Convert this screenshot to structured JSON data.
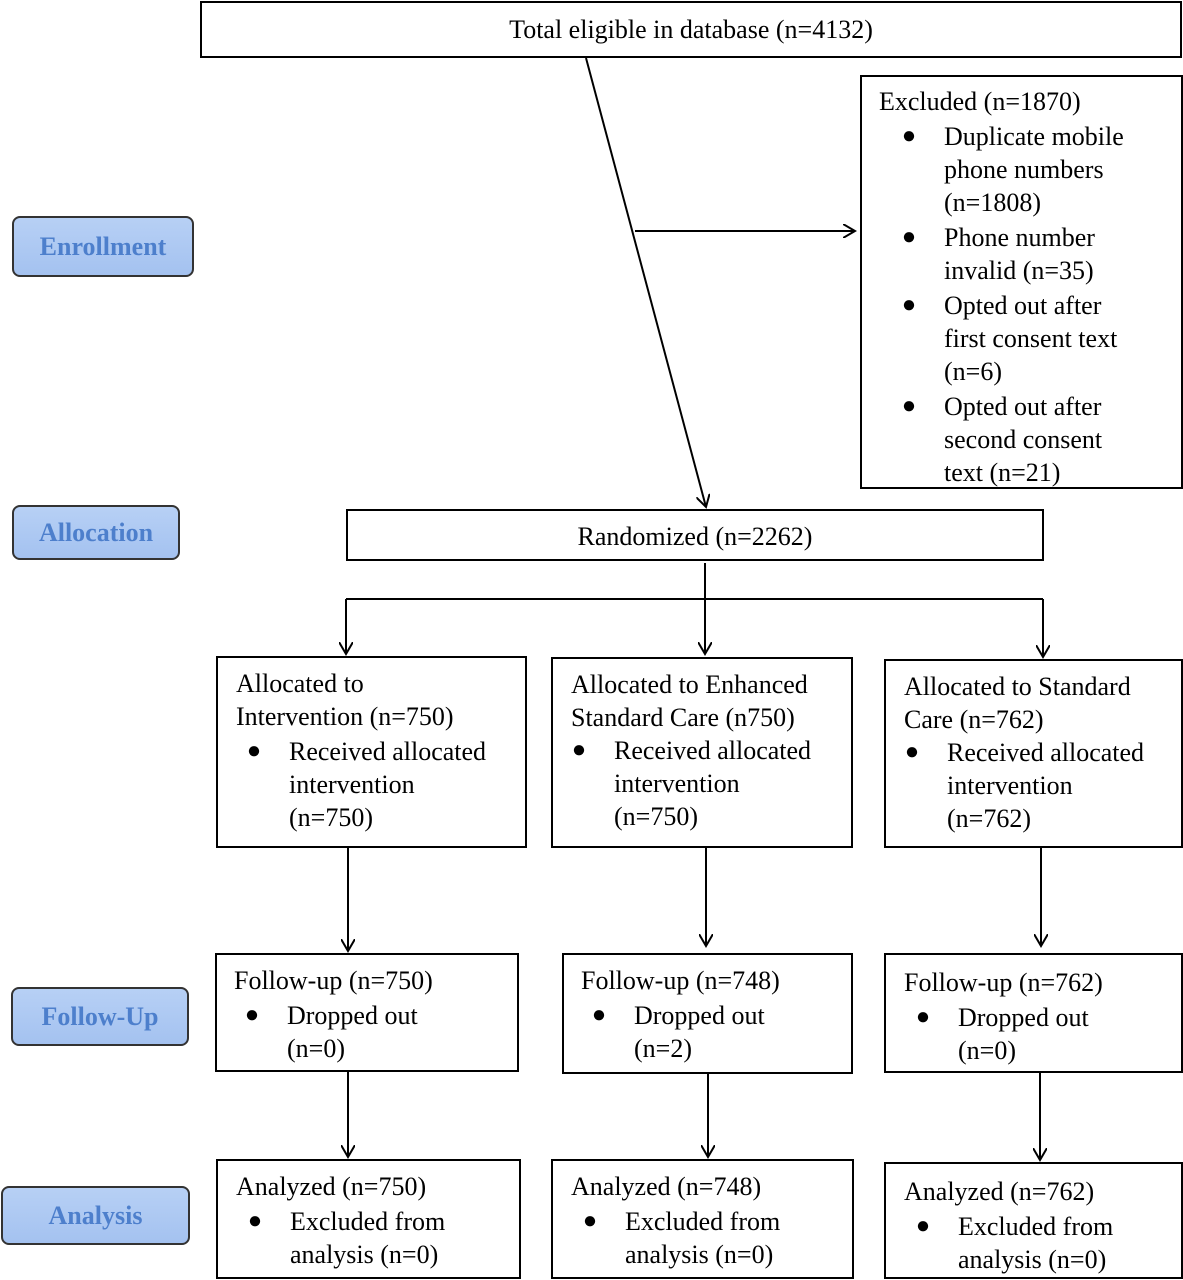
{
  "stages": {
    "enrollment": "Enrollment",
    "allocation": "Allocation",
    "followup": "Follow-Up",
    "analysis": "Analysis"
  },
  "total": "Total eligible in database (n=4132)",
  "excluded": {
    "title": "Excluded (n=1870)",
    "items": [
      [
        "Duplicate mobile",
        "phone numbers",
        "(n=1808)"
      ],
      [
        "Phone number",
        "invalid (n=35)"
      ],
      [
        "Opted out after",
        "first consent text",
        "(n=6)"
      ],
      [
        "Opted out after",
        "second consent",
        "text (n=21)"
      ]
    ]
  },
  "randomized": "Randomized (n=2262)",
  "arms": [
    {
      "alloc_title": [
        "Allocated to",
        "Intervention (n=750)"
      ],
      "alloc_item": [
        "Received allocated",
        "intervention",
        "(n=750)"
      ],
      "followup_title": "Follow-up (n=750)",
      "followup_item": [
        "Dropped out",
        "(n=0)"
      ],
      "analysis_title": "Analyzed (n=750)",
      "analysis_item": [
        "Excluded from",
        "analysis (n=0)"
      ]
    },
    {
      "alloc_title": [
        "Allocated to Enhanced",
        "Standard Care (n750)"
      ],
      "alloc_item": [
        "Received allocated",
        "intervention",
        "(n=750)"
      ],
      "followup_title": "Follow-up (n=748)",
      "followup_item": [
        "Dropped out",
        "(n=2)"
      ],
      "analysis_title": "Analyzed (n=748)",
      "analysis_item": [
        "Excluded from",
        "analysis (n=0)"
      ]
    },
    {
      "alloc_title": [
        "Allocated to Standard",
        "Care (n=762)"
      ],
      "alloc_item": [
        "Received allocated",
        "intervention",
        "(n=762)"
      ],
      "followup_title": "Follow-up (n=762)",
      "followup_item": [
        "Dropped out",
        "(n=0)"
      ],
      "analysis_title": "Analyzed (n=762)",
      "analysis_item": [
        "Excluded from",
        "analysis (n=0)"
      ]
    }
  ]
}
